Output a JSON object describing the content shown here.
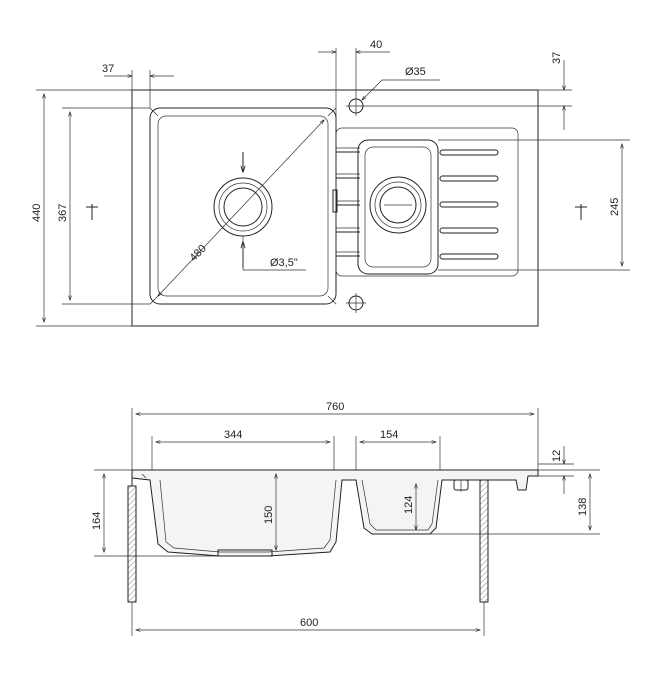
{
  "top_view": {
    "dims": {
      "drain_offset_top": "40",
      "tap_hole_diameter": "Ø35",
      "edge_right_top": "37",
      "edge_left_top": "37",
      "overall_depth": "440",
      "bowl_depth": "367",
      "diagonal": "480",
      "drain_size": "Ø3,5\"",
      "small_bowl_depth": "245"
    }
  },
  "side_view": {
    "dims": {
      "overall_width": "760",
      "main_bowl_width": "344",
      "small_bowl_width": "154",
      "rim_thickness": "12",
      "main_bowl_height": "150",
      "main_bowl_depth": "164",
      "small_bowl_height": "124",
      "small_bowl_depth": "138",
      "cabinet_width": "600"
    }
  }
}
